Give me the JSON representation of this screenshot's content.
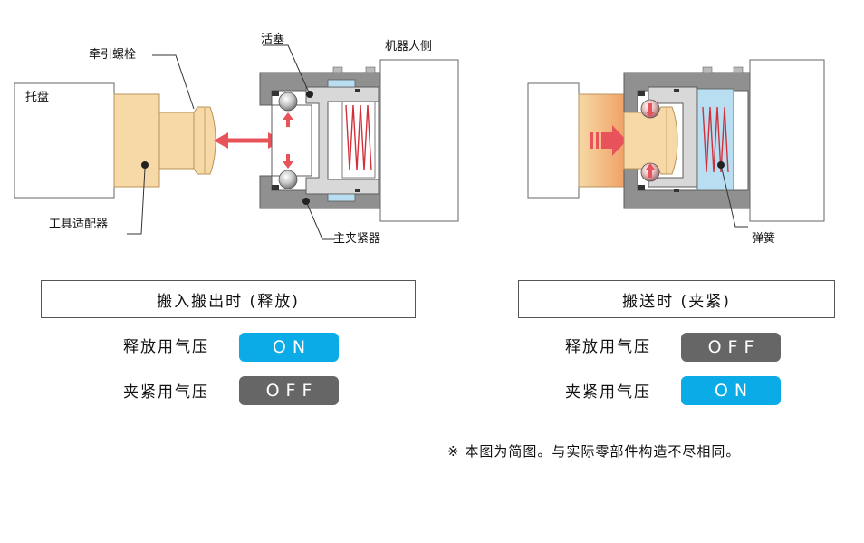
{
  "left_diagram": {
    "labels": {
      "traction_bolt": "牵引螺栓",
      "pallet": "托盘",
      "tool_adapter": "工具适配器",
      "piston": "活塞",
      "robot_side": "机器人侧",
      "master_clamp": "主夹紧器"
    }
  },
  "right_diagram": {
    "labels": {
      "spring": "弹簧"
    }
  },
  "left_panel": {
    "title": "搬入搬出时 (释放)",
    "rows": [
      {
        "label": "释放用气压",
        "state": "ON"
      },
      {
        "label": "夹紧用气压",
        "state": "OFF"
      }
    ]
  },
  "right_panel": {
    "title": "搬送时 (夹紧)",
    "rows": [
      {
        "label": "释放用气压",
        "state": "OFF"
      },
      {
        "label": "夹紧用气压",
        "state": "ON"
      }
    ]
  },
  "footnote": "※ 本图为简图。与实际零部件构造不尽相同。",
  "colors": {
    "on": "#0aabe6",
    "off": "#666666",
    "arrow": "#e8525a",
    "spring": "#d0303a",
    "adapter": "#f6d9a6",
    "body_gray": "#909090",
    "air_blue": "#b9def2"
  }
}
